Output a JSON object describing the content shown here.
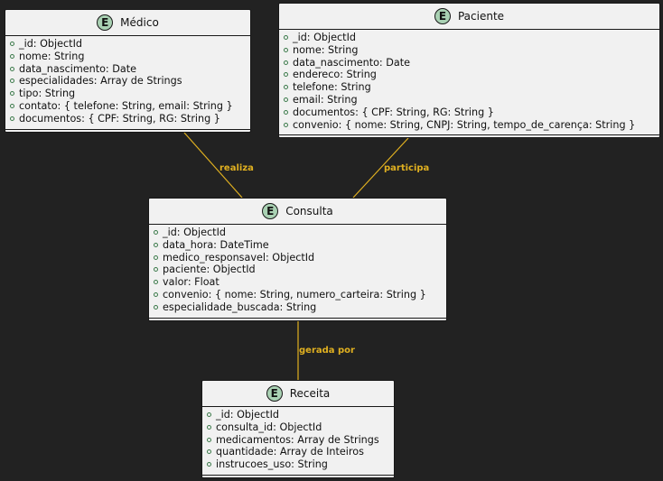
{
  "colors": {
    "background": "#222222",
    "entity_fill": "#f1f1f1",
    "entity_icon": "#a9d1b3",
    "edge": "#e0b020"
  },
  "entities": {
    "medico": {
      "icon": "E",
      "name": "Médico",
      "fields": [
        "_id: ObjectId",
        "nome: String",
        "data_nascimento: Date",
        "especialidades: Array de Strings",
        "tipo: String",
        "contato: { telefone: String, email: String }",
        "documentos: { CPF: String, RG: String }"
      ]
    },
    "paciente": {
      "icon": "E",
      "name": "Paciente",
      "fields": [
        "_id: ObjectId",
        "nome: String",
        "data_nascimento: Date",
        "endereco: String",
        "telefone: String",
        "email: String",
        "documentos: { CPF: String, RG: String }",
        "convenio: { nome: String, CNPJ: String, tempo_de_carença: String }"
      ]
    },
    "consulta": {
      "icon": "E",
      "name": "Consulta",
      "fields": [
        "_id: ObjectId",
        "data_hora: DateTime",
        "medico_responsavel: ObjectId",
        "paciente: ObjectId",
        "valor: Float",
        "convenio: { nome: String, numero_carteira: String }",
        "especialidade_buscada: String"
      ]
    },
    "receita": {
      "icon": "E",
      "name": "Receita",
      "fields": [
        "_id: ObjectId",
        "consulta_id: ObjectId",
        "medicamentos: Array de Strings",
        "quantidade: Array de Inteiros",
        "instrucoes_uso: String"
      ]
    }
  },
  "relations": {
    "realiza": "realiza",
    "participa": "participa",
    "gerada_por": "gerada por"
  }
}
